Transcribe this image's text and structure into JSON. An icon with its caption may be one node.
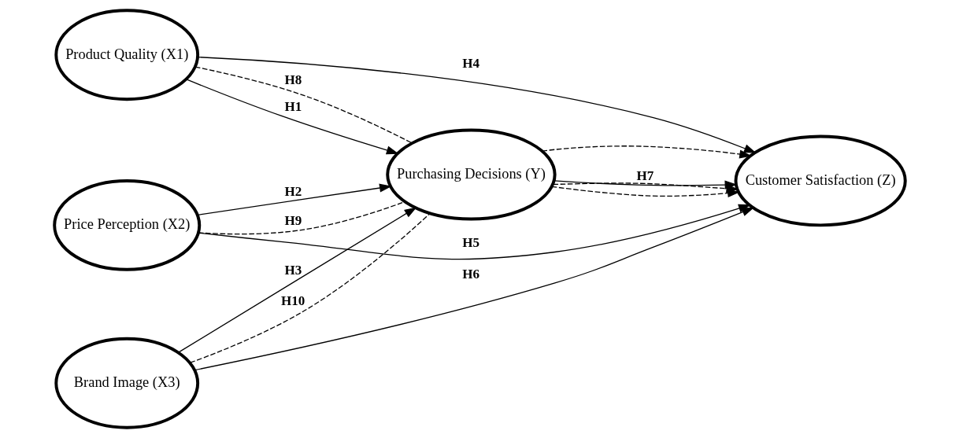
{
  "diagram": {
    "nodes": [
      {
        "text": [
          "Product Quality (X1)"
        ]
      },
      {
        "text": [
          "Price Perception (X2)"
        ]
      },
      {
        "text": [
          "Brand Image (X3)"
        ]
      },
      {
        "text": [
          "Purchasing Decisions (Y)"
        ]
      },
      {
        "text": [
          "Customer Satisfaction (Z)"
        ]
      }
    ],
    "edges": [
      {
        "from": 0,
        "to": 4,
        "arrow": "to",
        "label": "H4"
      },
      {
        "from": 0,
        "to": 3,
        "arrow": "none",
        "style": "dashed",
        "label": "H8"
      },
      {
        "from": 0,
        "to": 3,
        "arrow": "to",
        "label": "H1"
      },
      {
        "from": 3,
        "to": 4,
        "arrow": "to",
        "style": "dashed"
      },
      {
        "from": 1,
        "to": 3,
        "arrow": "none",
        "style": "dashed",
        "label": "H9"
      },
      {
        "from": 1,
        "to": 3,
        "arrow": "to",
        "label": "H2"
      },
      {
        "from": 3,
        "to": 4,
        "arrow": "to",
        "style": "dashed"
      },
      {
        "from": 3,
        "to": 4,
        "arrow": "to",
        "label": "H7"
      },
      {
        "from": 3,
        "to": 4,
        "arrow": "to",
        "style": "dashed"
      },
      {
        "from": 2,
        "to": 3,
        "arrow": "to",
        "label": "H3"
      },
      {
        "from": 2,
        "to": 3,
        "arrow": "none",
        "style": "dashed",
        "label": "H10"
      },
      {
        "from": 2,
        "to": 4,
        "arrow": "to",
        "label": "H6"
      },
      {
        "from": 1,
        "to": 4,
        "arrow": "to",
        "label": "H5"
      }
    ]
  }
}
